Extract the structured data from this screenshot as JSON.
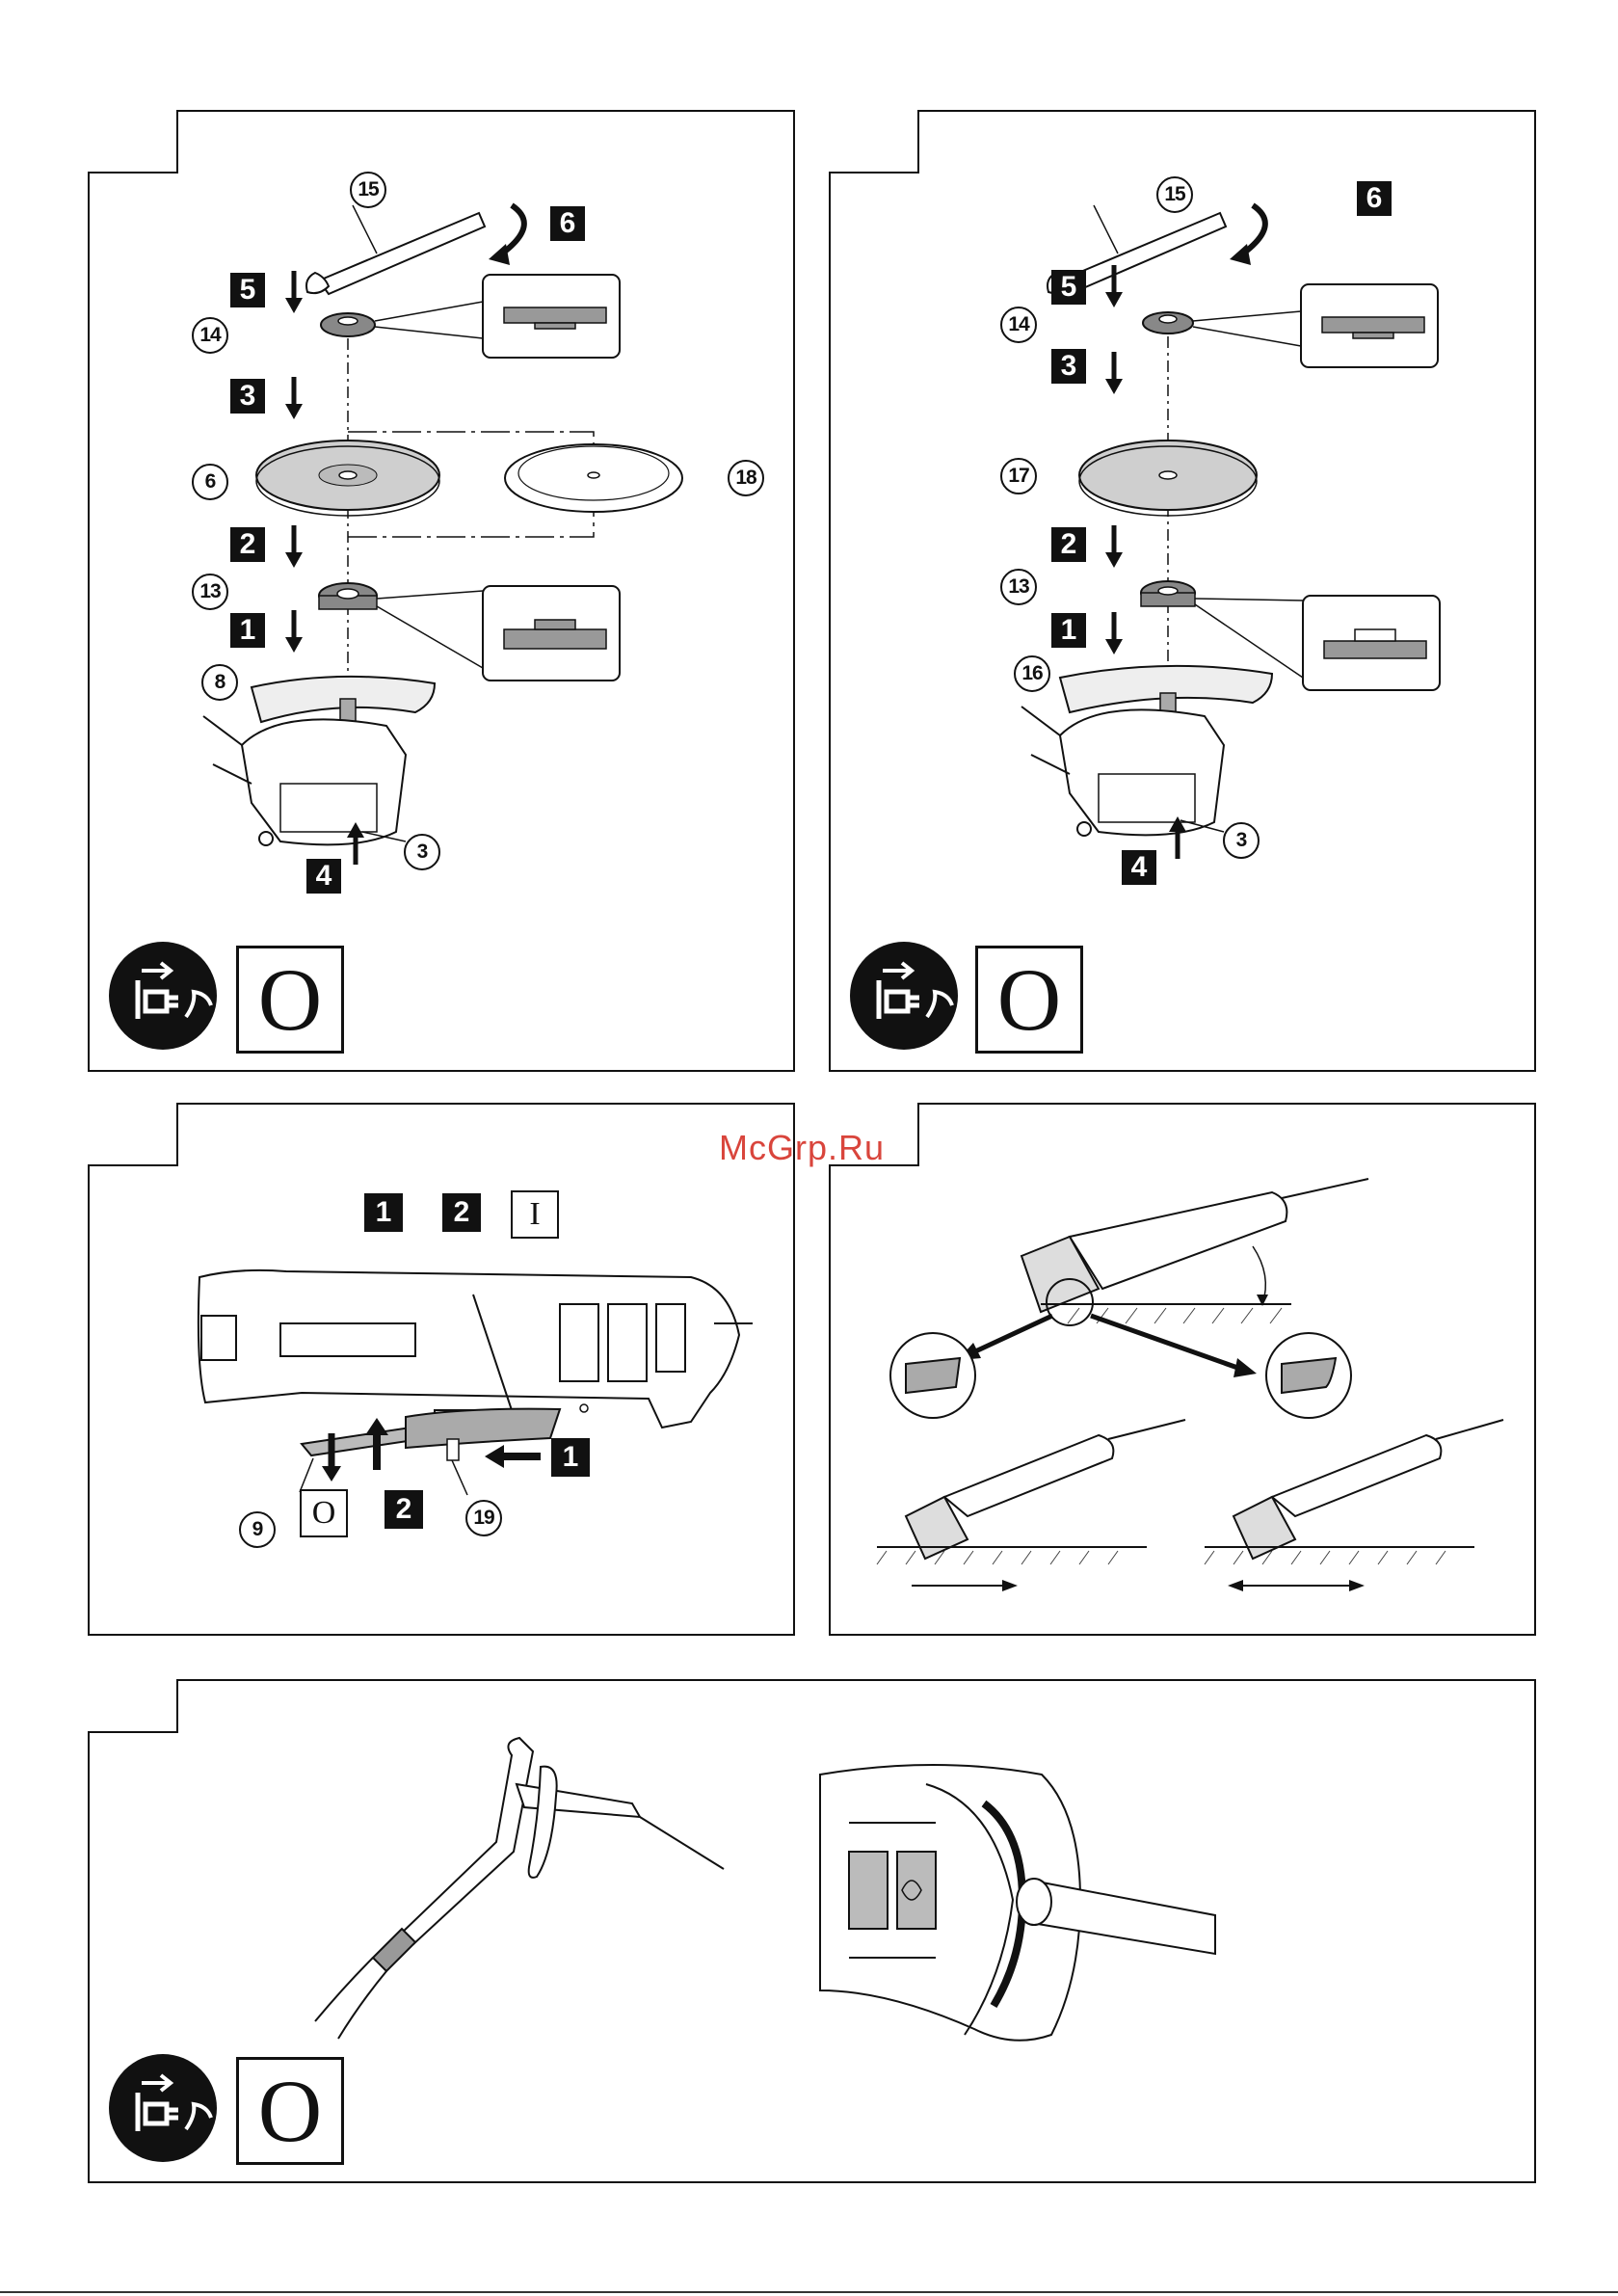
{
  "watermark": "McGrp.Ru",
  "panel1": {
    "steps": [
      "5",
      "3",
      "2",
      "1",
      "6",
      "4"
    ],
    "callouts": [
      "15",
      "14",
      "6",
      "18",
      "13",
      "8",
      "3"
    ],
    "off_symbol": "O"
  },
  "panel2": {
    "steps": [
      "5",
      "3",
      "2",
      "1",
      "6",
      "4"
    ],
    "callouts": [
      "15",
      "14",
      "17",
      "13",
      "16",
      "3"
    ],
    "off_symbol": "O"
  },
  "panel3": {
    "steps": [
      "1",
      "2"
    ],
    "switch_on": "I",
    "step_push": "1",
    "step_lift": "2",
    "switch_off": "O",
    "callouts": [
      "9",
      "19"
    ]
  },
  "panel5": {
    "off_symbol": "O"
  },
  "icons": {
    "unplug": "unplug-icon",
    "wrench": "spanner-wrench-icon",
    "rotate": "rotate-arrow-icon"
  }
}
